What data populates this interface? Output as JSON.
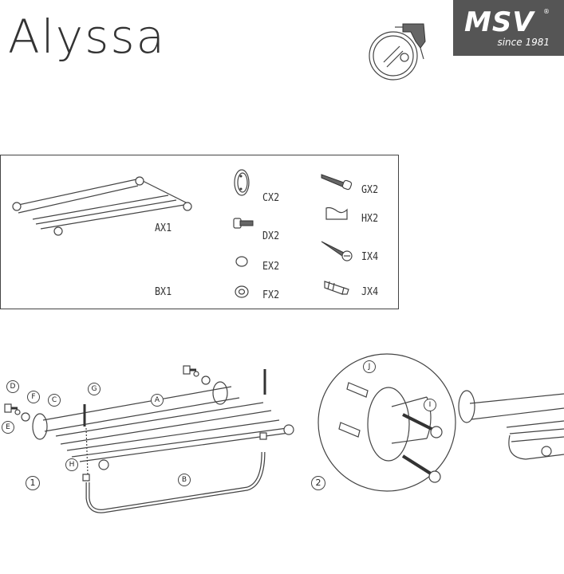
{
  "header": {
    "title": "Alyssa",
    "logo_brand": "MSV",
    "logo_reg": "®",
    "logo_since": "since 1981"
  },
  "parts": [
    {
      "code": "AX1"
    },
    {
      "code": "BX1"
    },
    {
      "code": "CX2"
    },
    {
      "code": "DX2"
    },
    {
      "code": "EX2"
    },
    {
      "code": "FX2"
    },
    {
      "code": "GX2"
    },
    {
      "code": "HX2"
    },
    {
      "code": "IX4"
    },
    {
      "code": "JX4"
    }
  ],
  "step1": {
    "number": "1",
    "labels": {
      "A": "A",
      "B": "B",
      "C": "C",
      "D": "D",
      "E": "E",
      "F": "F",
      "G": "G",
      "H": "H"
    }
  },
  "step2": {
    "number": "2",
    "labels": {
      "I": "I",
      "J": "J"
    }
  },
  "colors": {
    "logo_bg": "#555555",
    "line": "#444444"
  }
}
